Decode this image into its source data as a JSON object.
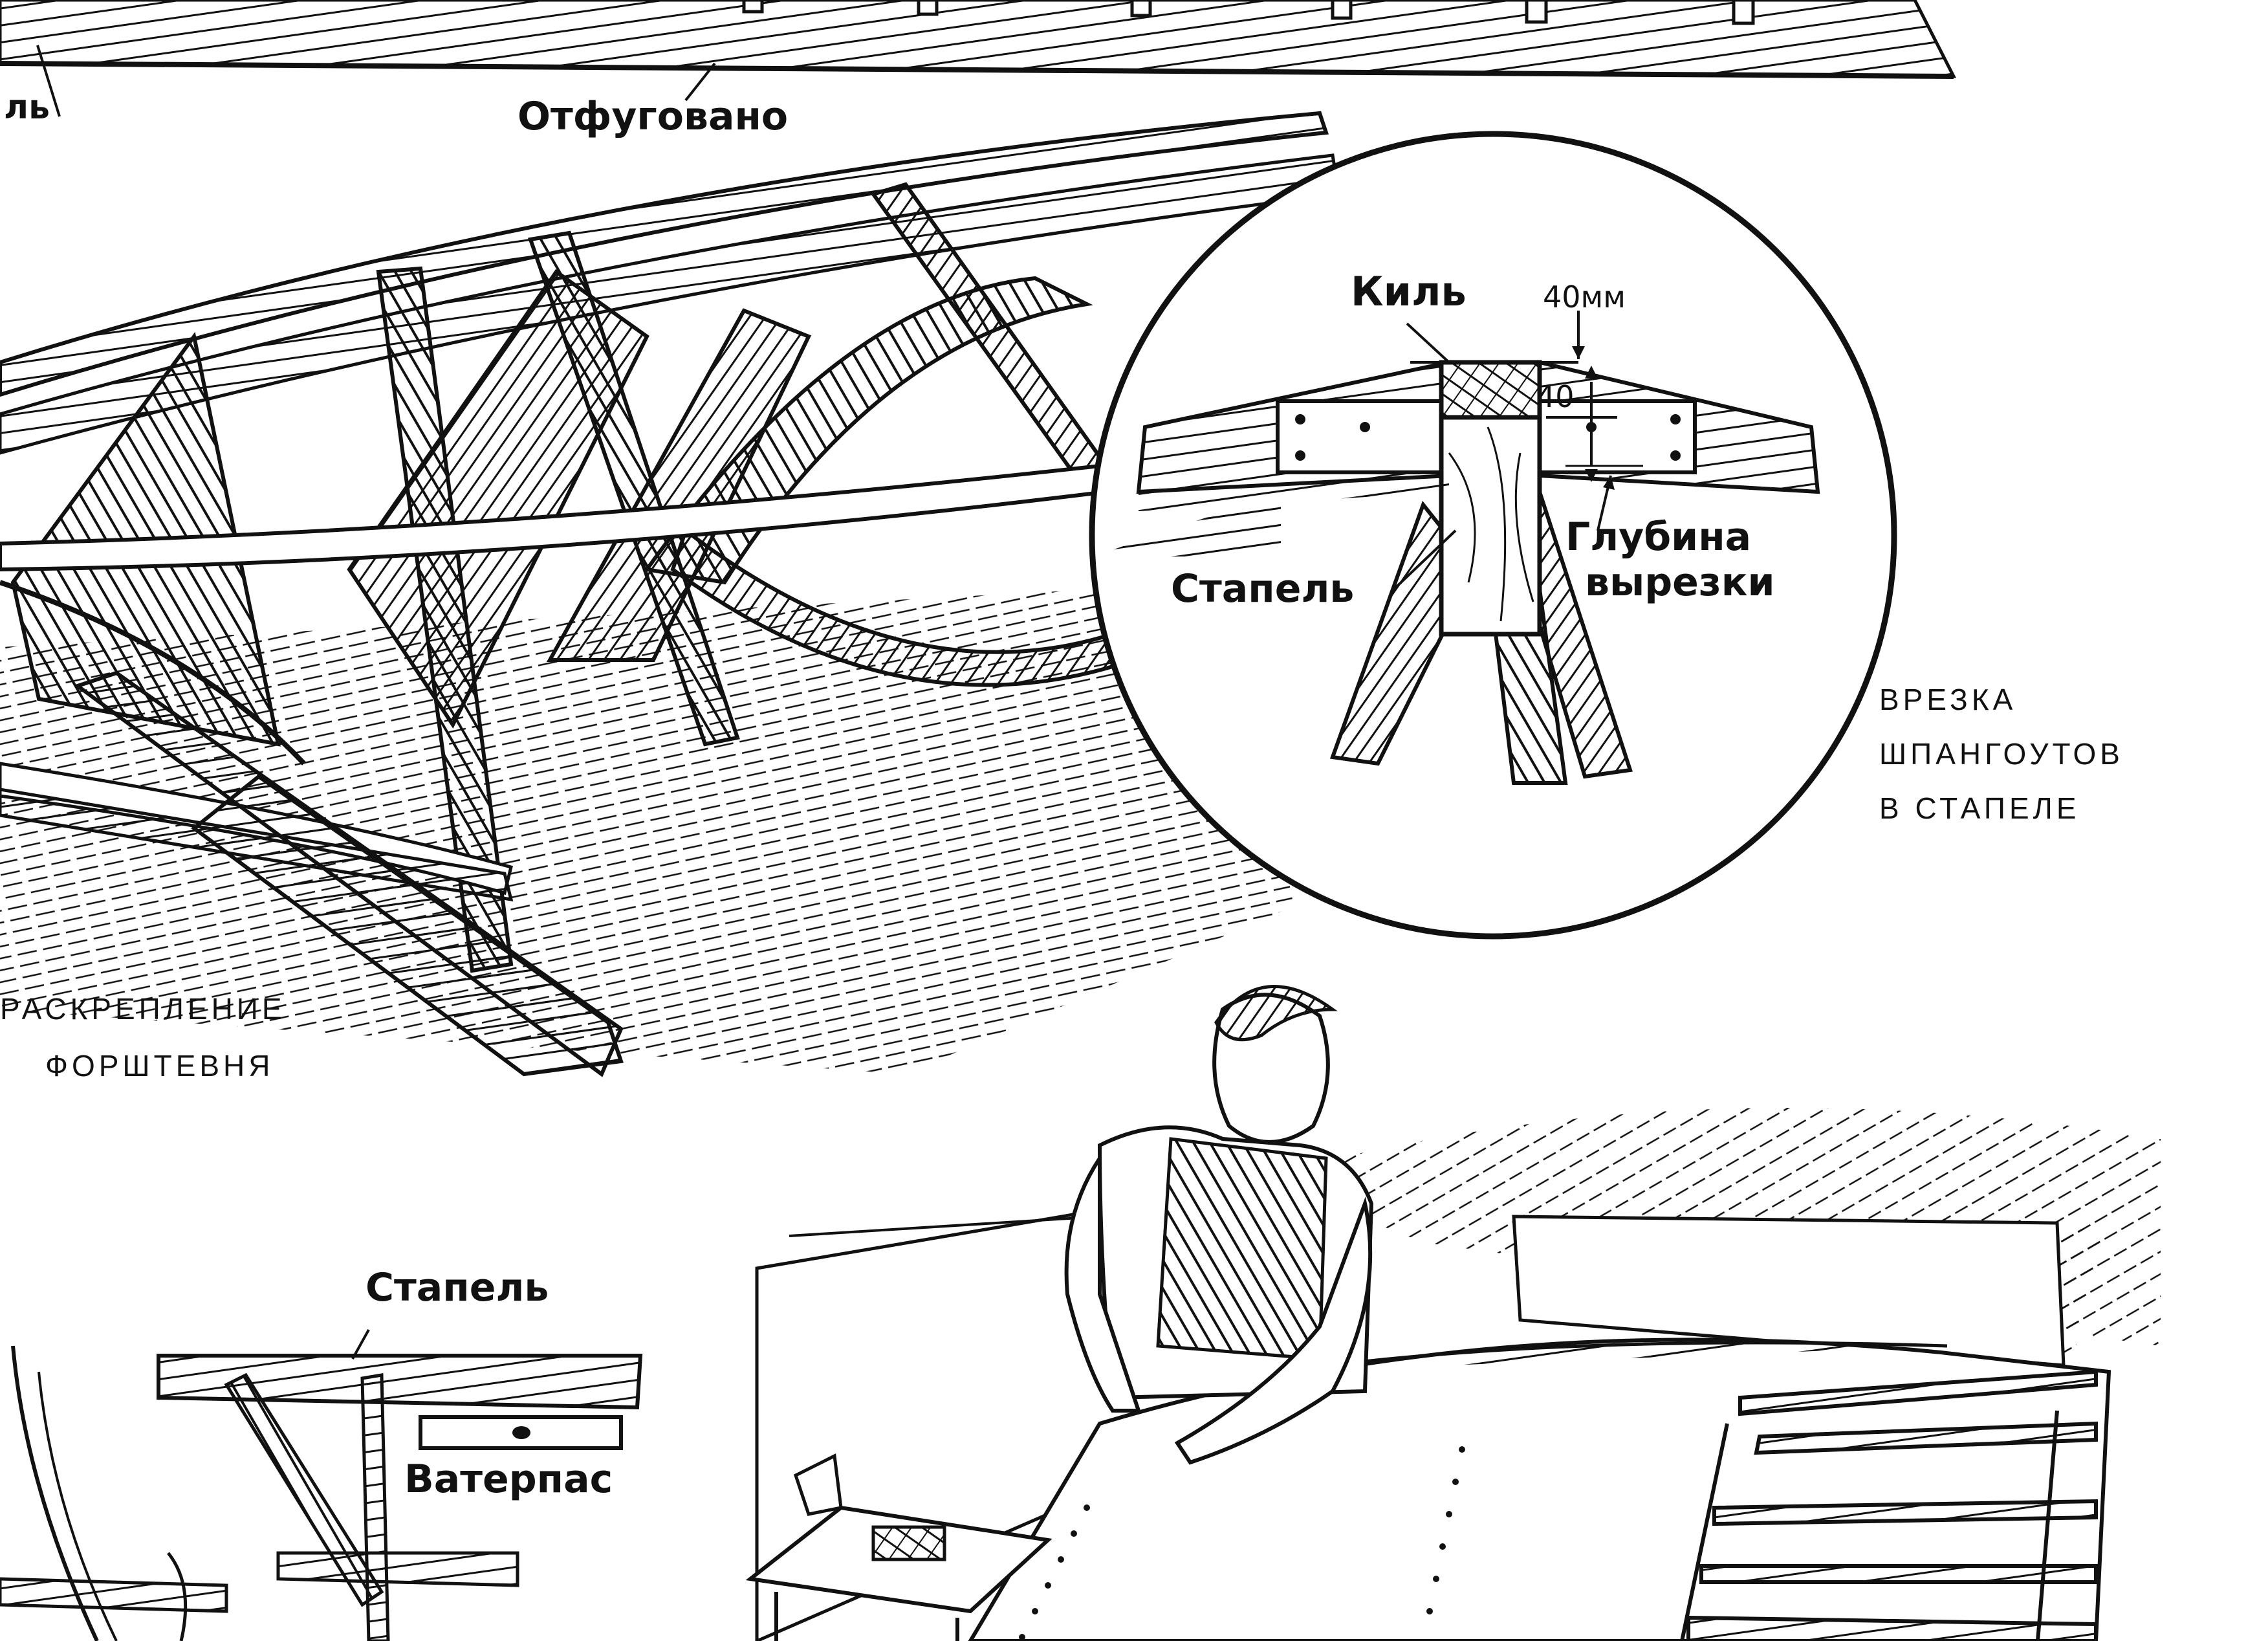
{
  "labels": {
    "kil_fragment": "ль",
    "otfugovano": "Отфуговано",
    "kil": "Киль",
    "dim_40mm": "40мм",
    "dim_40": "40",
    "glubina": "Глубина",
    "vyrezki": "вырезки",
    "stapel_detail": "Стапель",
    "stapel_lower": "Стапель",
    "vaterpas": "Ватерпас"
  },
  "captions": {
    "vrezka": [
      "ВРЕЗКА",
      "ШПАНГОУТОВ",
      "В СТАПЕЛЕ"
    ],
    "raskreplenie": [
      "РАСКРЕПЛЕНИЕ",
      "ФОРШТЕВНЯ"
    ]
  },
  "colors": {
    "ink": "#111111",
    "paper": "#ffffff"
  }
}
